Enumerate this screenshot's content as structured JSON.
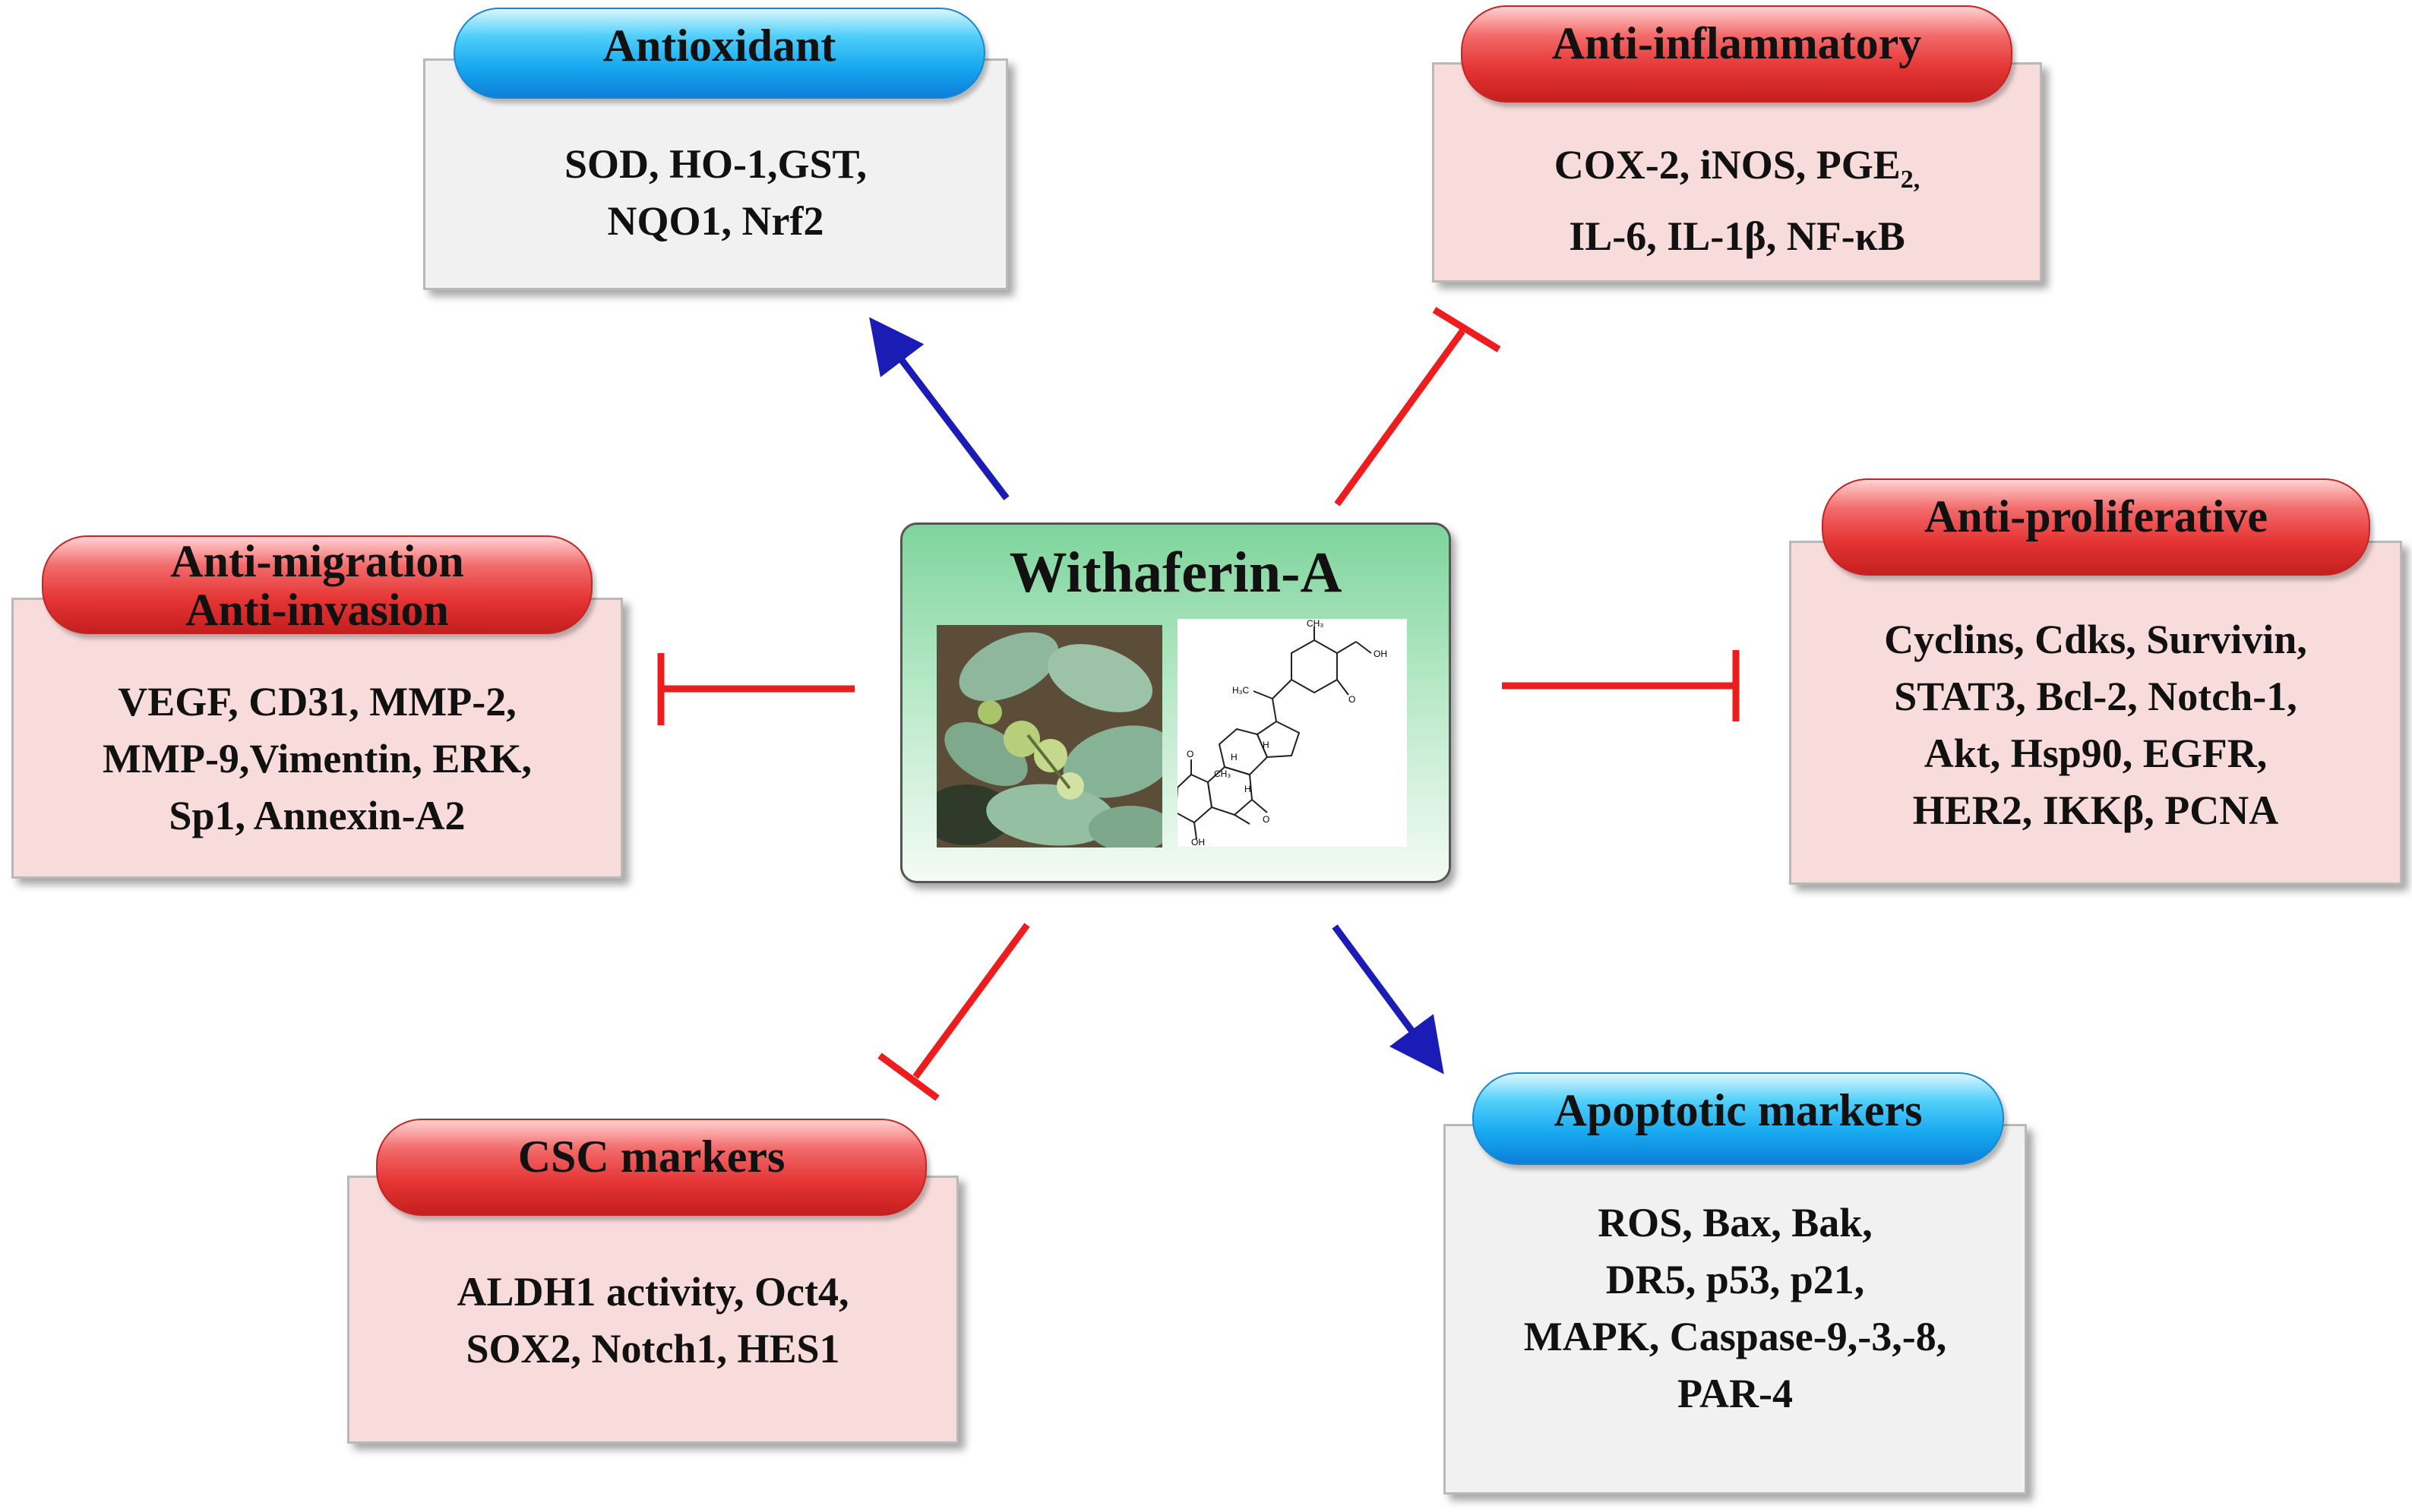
{
  "center": {
    "title": "Withaferin-A",
    "photo_icon": "withania-plant-photo",
    "structure_icon": "withaferin-a-chemical-structure",
    "structure_labels": [
      "CH₃",
      "OH",
      "O",
      "H₃C",
      "CH₃",
      "H",
      "H",
      "H",
      "O",
      "OH",
      "O"
    ]
  },
  "effects": {
    "antioxidant": {
      "label": "Antioxidant",
      "lines": [
        "SOD, HO-1,GST,",
        "NQO1, Nrf2"
      ],
      "relation": "activation",
      "color": "#1b1bb5"
    },
    "anti_inflammatory": {
      "label": "Anti-inflammatory",
      "line1_main": "COX-2, iNOS, PGE",
      "line1_sub": "2,",
      "line2": "IL-6,  IL-1β, NF-κB",
      "relation": "inhibition",
      "color": "#ee1c1c"
    },
    "anti_migration": {
      "label_line1": "Anti-migration",
      "label_line2": "Anti-invasion",
      "lines": [
        "VEGF, CD31, MMP-2,",
        "MMP-9,Vimentin, ERK,",
        "Sp1, Annexin-A2"
      ],
      "relation": "inhibition"
    },
    "anti_proliferative": {
      "label": "Anti-proliferative",
      "lines": [
        "Cyclins, Cdks, Survivin,",
        "STAT3, Bcl-2, Notch-1,",
        "Akt, Hsp90, EGFR,",
        "HER2, IKKβ, PCNA"
      ],
      "relation": "inhibition"
    },
    "csc_markers": {
      "label": "CSC markers",
      "lines": [
        "ALDH1 activity, Oct4,",
        "SOX2, Notch1, HES1"
      ],
      "relation": "inhibition"
    },
    "apoptotic_markers": {
      "label": "Apoptotic markers",
      "lines": [
        "ROS, Bax, Bak,",
        "DR5, p53, p21,",
        "MAPK, Caspase-9,-3,-8,",
        "PAR-4"
      ],
      "relation": "activation"
    }
  },
  "colors": {
    "activation_arrow": "#1b1bb5",
    "inhibition_bar": "#ee1c1c",
    "red_pill": "#e53535",
    "blue_pill": "#18a9f0",
    "pink_box": "#f8dcdc",
    "grey_box": "#f1f1f1"
  }
}
